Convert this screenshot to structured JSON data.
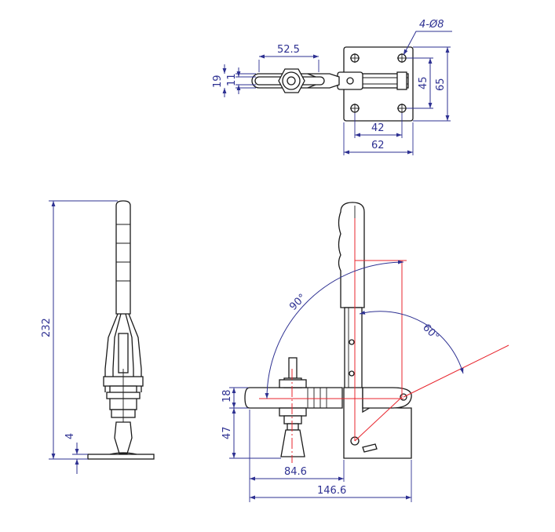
{
  "top_view": {
    "hole_spec": "4-Ø8",
    "dim_arm_length": "52.5",
    "dim_arm_width_outer": "19",
    "dim_arm_width_inner": "11",
    "dim_hole_spacing_x": "42",
    "dim_base_width": "62",
    "dim_hole_spacing_y": "45",
    "dim_base_length": "65"
  },
  "side_view": {
    "dim_total_height": "232",
    "dim_base_thickness": "4"
  },
  "front_view": {
    "dim_bar_height": "18",
    "dim_spindle_height": "47",
    "dim_reach": "84.6",
    "dim_total_length": "146.6",
    "angle_open": "90°",
    "angle_release": "60°"
  },
  "colors": {
    "outline": "#1a1a1a",
    "dimension": "#2e3192",
    "centerline": "#e8262e"
  }
}
